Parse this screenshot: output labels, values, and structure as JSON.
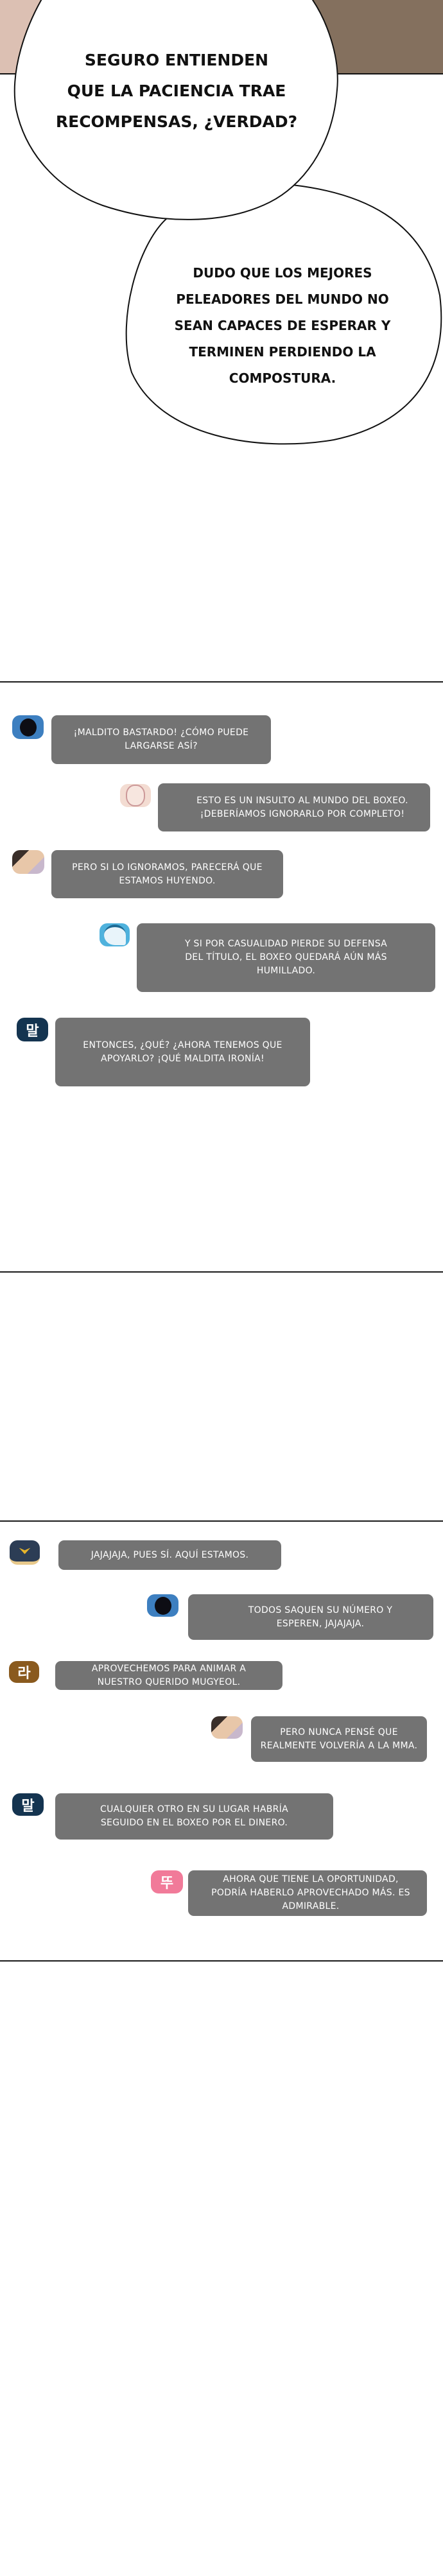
{
  "top_panel": {
    "bubble_1": "SEGURO ENTIENDEN\nQUE LA PACIENCIA TRAE\nRECOMPENSAS, ¿VERDAD?",
    "bubble_2": "DUDO QUE LOS MEJORES\nPELEADORES DEL MUNDO NO\nSEAN CAPACES DE ESPERAR Y\nTERMINEN PERDIENDO LA\nCOMPOSTURA."
  },
  "chat_1": [
    {
      "avatar": "hood-avatar",
      "side": "left",
      "text": "¡MALDITO BASTARDO! ¿CÓMO PUEDE LARGARSE ASÍ?"
    },
    {
      "avatar": "woman-face-avatar",
      "side": "right",
      "text": "ESTO ES UN INSULTO AL MUNDO DEL BOXEO. ¡DEBERÍAMOS IGNORARLO POR COMPLETO!"
    },
    {
      "avatar": "pizza-guy-avatar",
      "side": "left",
      "text": "PERO SI LO IGNORAMOS, PARECERÁ QUE ESTAMOS HUYENDO."
    },
    {
      "avatar": "whale-avatar",
      "side": "right",
      "text": "Y SI POR CASUALIDAD PIERDE SU DEFENSA DEL TÍTULO, EL BOXEO QUEDARÁ AÚN MÁS HUMILLADO."
    },
    {
      "avatar": "mal-avatar",
      "avatar_label": "말",
      "side": "left",
      "text": "ENTONCES, ¿QUÉ? ¿AHORA TENEMOS QUE APOYARLO? ¡QUÉ MALDITA IRONÍA!"
    }
  ],
  "chat_2": [
    {
      "avatar": "police-cap-avatar",
      "side": "left",
      "text": "JAJAJAJA, PUES SÍ. AQUÍ ESTAMOS."
    },
    {
      "avatar": "hood-avatar",
      "side": "right",
      "text": "TODOS SAQUEN SU NÚMERO Y ESPEREN, JAJAJAJA."
    },
    {
      "avatar": "ra-avatar",
      "avatar_label": "라",
      "side": "left",
      "text": "APROVECHEMOS PARA ANIMAR A NUESTRO QUERIDO MUGYEOL."
    },
    {
      "avatar": "pizza-guy-avatar",
      "side": "right",
      "text": "PERO NUNCA PENSÉ QUE REALMENTE VOLVERÍA A LA MMA."
    },
    {
      "avatar": "mal-avatar",
      "avatar_label": "말",
      "side": "left",
      "text": "CUALQUIER OTRO EN SU LUGAR HABRÍA SEGUIDO EN EL BOXEO POR EL DINERO."
    },
    {
      "avatar": "ttu-avatar",
      "avatar_label": "뚜",
      "side": "right",
      "text": "AHORA QUE TIENE LA OPORTUNIDAD, PODRÍA HABERLO APROVECHADO MÁS. ES ADMIRABLE."
    }
  ],
  "colors": {
    "message_bubble": "#737373",
    "panel_left": "#dcc0b3",
    "panel_right": "#84705e"
  }
}
